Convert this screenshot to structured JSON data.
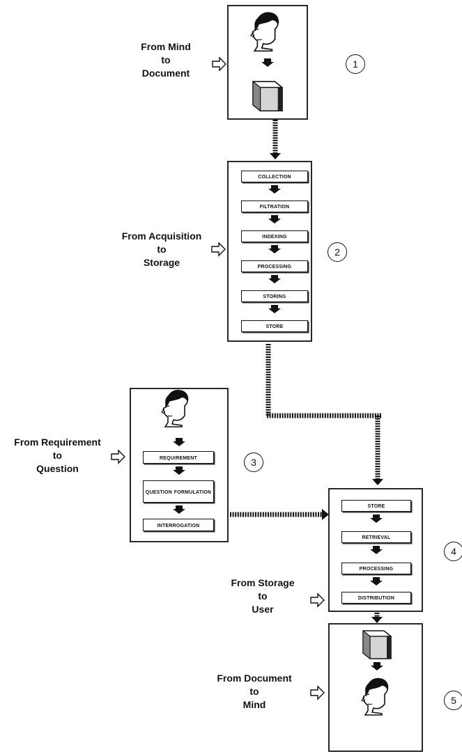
{
  "stages": [
    {
      "number": "1",
      "label": [
        "From Mind",
        "to",
        "Document"
      ],
      "icons": [
        "head-icon",
        "document-icon"
      ],
      "steps": []
    },
    {
      "number": "2",
      "label": [
        "From Acquisition",
        "to",
        "Storage"
      ],
      "icons": [],
      "steps": [
        "Collection",
        "Filtration",
        "Indexing",
        "Processing",
        "Storing",
        "Store"
      ]
    },
    {
      "number": "3",
      "label": [
        "From Requirement",
        "to",
        "Question"
      ],
      "icons": [
        "head-icon"
      ],
      "steps": [
        "Requirement",
        "Question Formulation",
        "Interrogation"
      ]
    },
    {
      "number": "4",
      "label": [
        "From Storage",
        "to",
        "User"
      ],
      "icons": [],
      "steps": [
        "Store",
        "Retrieval",
        "Processing",
        "Distribution"
      ]
    },
    {
      "number": "5",
      "label": [
        "From Document",
        "to",
        "Mind"
      ],
      "icons": [
        "document-icon",
        "head-icon"
      ],
      "steps": []
    }
  ],
  "colors": {
    "ink": "#111111",
    "background": "#ffffff"
  }
}
